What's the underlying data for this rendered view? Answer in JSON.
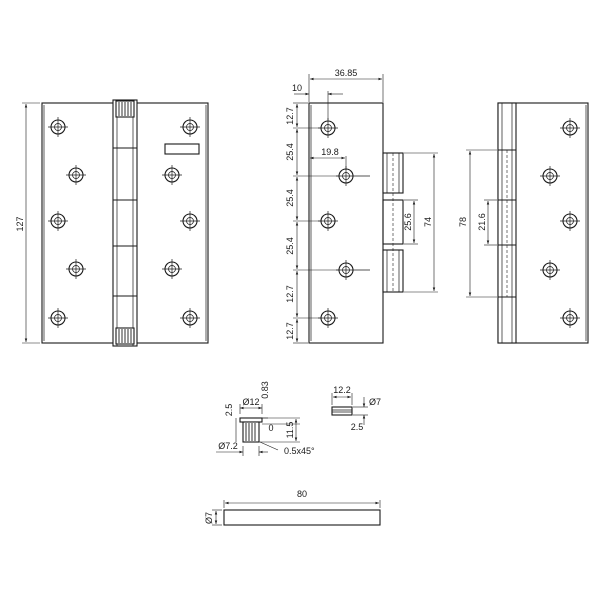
{
  "dimensions": {
    "front_height": "127",
    "pitch_a": "12.7",
    "pitch_b": "25.4",
    "pitch_c": "25.4",
    "pitch_d": "25.4",
    "pitch_e": "12.7",
    "width_total": "36.85",
    "edge_offset": "10",
    "hole_offset": "19.8",
    "knuckle_inner": "25.6",
    "knuckle_outer": "74",
    "rear_total": "78",
    "rear_inner": "21.6",
    "washer_thickness": "0.83",
    "washer_step": "2.5",
    "washer_dia": "Ø12",
    "washer_zero": "0",
    "washer_height": "11.5",
    "washer_inner_dia": "Ø7.2",
    "washer_chamfer": "0.5x45°",
    "bush_length": "12.2",
    "bush_dia": "Ø7",
    "bush_wall": "2.5",
    "pin_length": "80",
    "pin_dia": "Ø7"
  }
}
